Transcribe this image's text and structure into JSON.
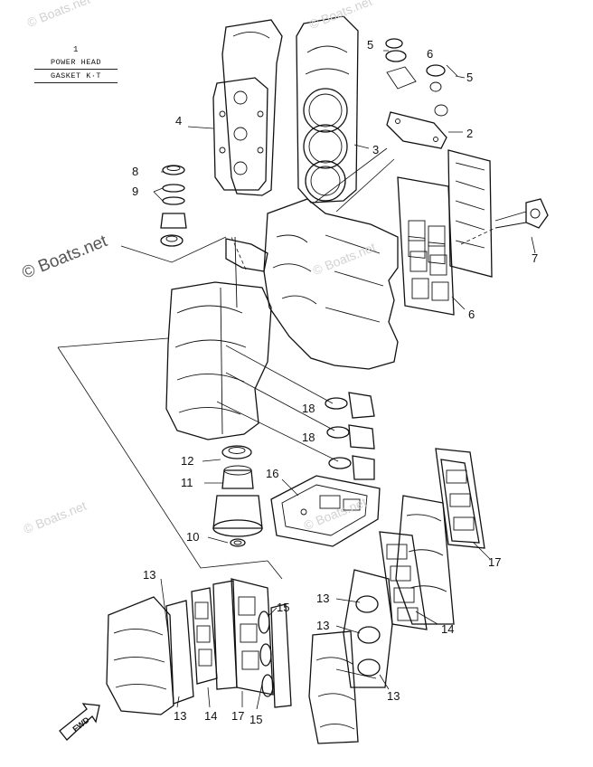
{
  "watermark": {
    "main": "© Boats.net",
    "repeat": "© Boats.net"
  },
  "kit_label": {
    "number": "1",
    "line1": "POWER HEAD",
    "line2": "GASKET K·T"
  },
  "callouts": [
    {
      "id": "c2",
      "text": "2"
    },
    {
      "id": "c3",
      "text": "3"
    },
    {
      "id": "c4",
      "text": "4"
    },
    {
      "id": "c5a",
      "text": "5"
    },
    {
      "id": "c5b",
      "text": "5"
    },
    {
      "id": "c6a",
      "text": "6"
    },
    {
      "id": "c6b",
      "text": "6"
    },
    {
      "id": "c7",
      "text": "7"
    },
    {
      "id": "c8",
      "text": "8"
    },
    {
      "id": "c9",
      "text": "9"
    },
    {
      "id": "c10",
      "text": "10"
    },
    {
      "id": "c11",
      "text": "11"
    },
    {
      "id": "c12",
      "text": "12"
    },
    {
      "id": "c13a",
      "text": "13"
    },
    {
      "id": "c13b",
      "text": "13"
    },
    {
      "id": "c13c",
      "text": "13"
    },
    {
      "id": "c13d",
      "text": "13"
    },
    {
      "id": "c13e",
      "text": "13"
    },
    {
      "id": "c14a",
      "text": "14"
    },
    {
      "id": "c14b",
      "text": "14"
    },
    {
      "id": "c15a",
      "text": "15"
    },
    {
      "id": "c15b",
      "text": "15"
    },
    {
      "id": "c16",
      "text": "16"
    },
    {
      "id": "c17a",
      "text": "17"
    },
    {
      "id": "c17b",
      "text": "17"
    },
    {
      "id": "c18a",
      "text": "18"
    },
    {
      "id": "c18b",
      "text": "18"
    }
  ],
  "fwd_label": "FWD"
}
